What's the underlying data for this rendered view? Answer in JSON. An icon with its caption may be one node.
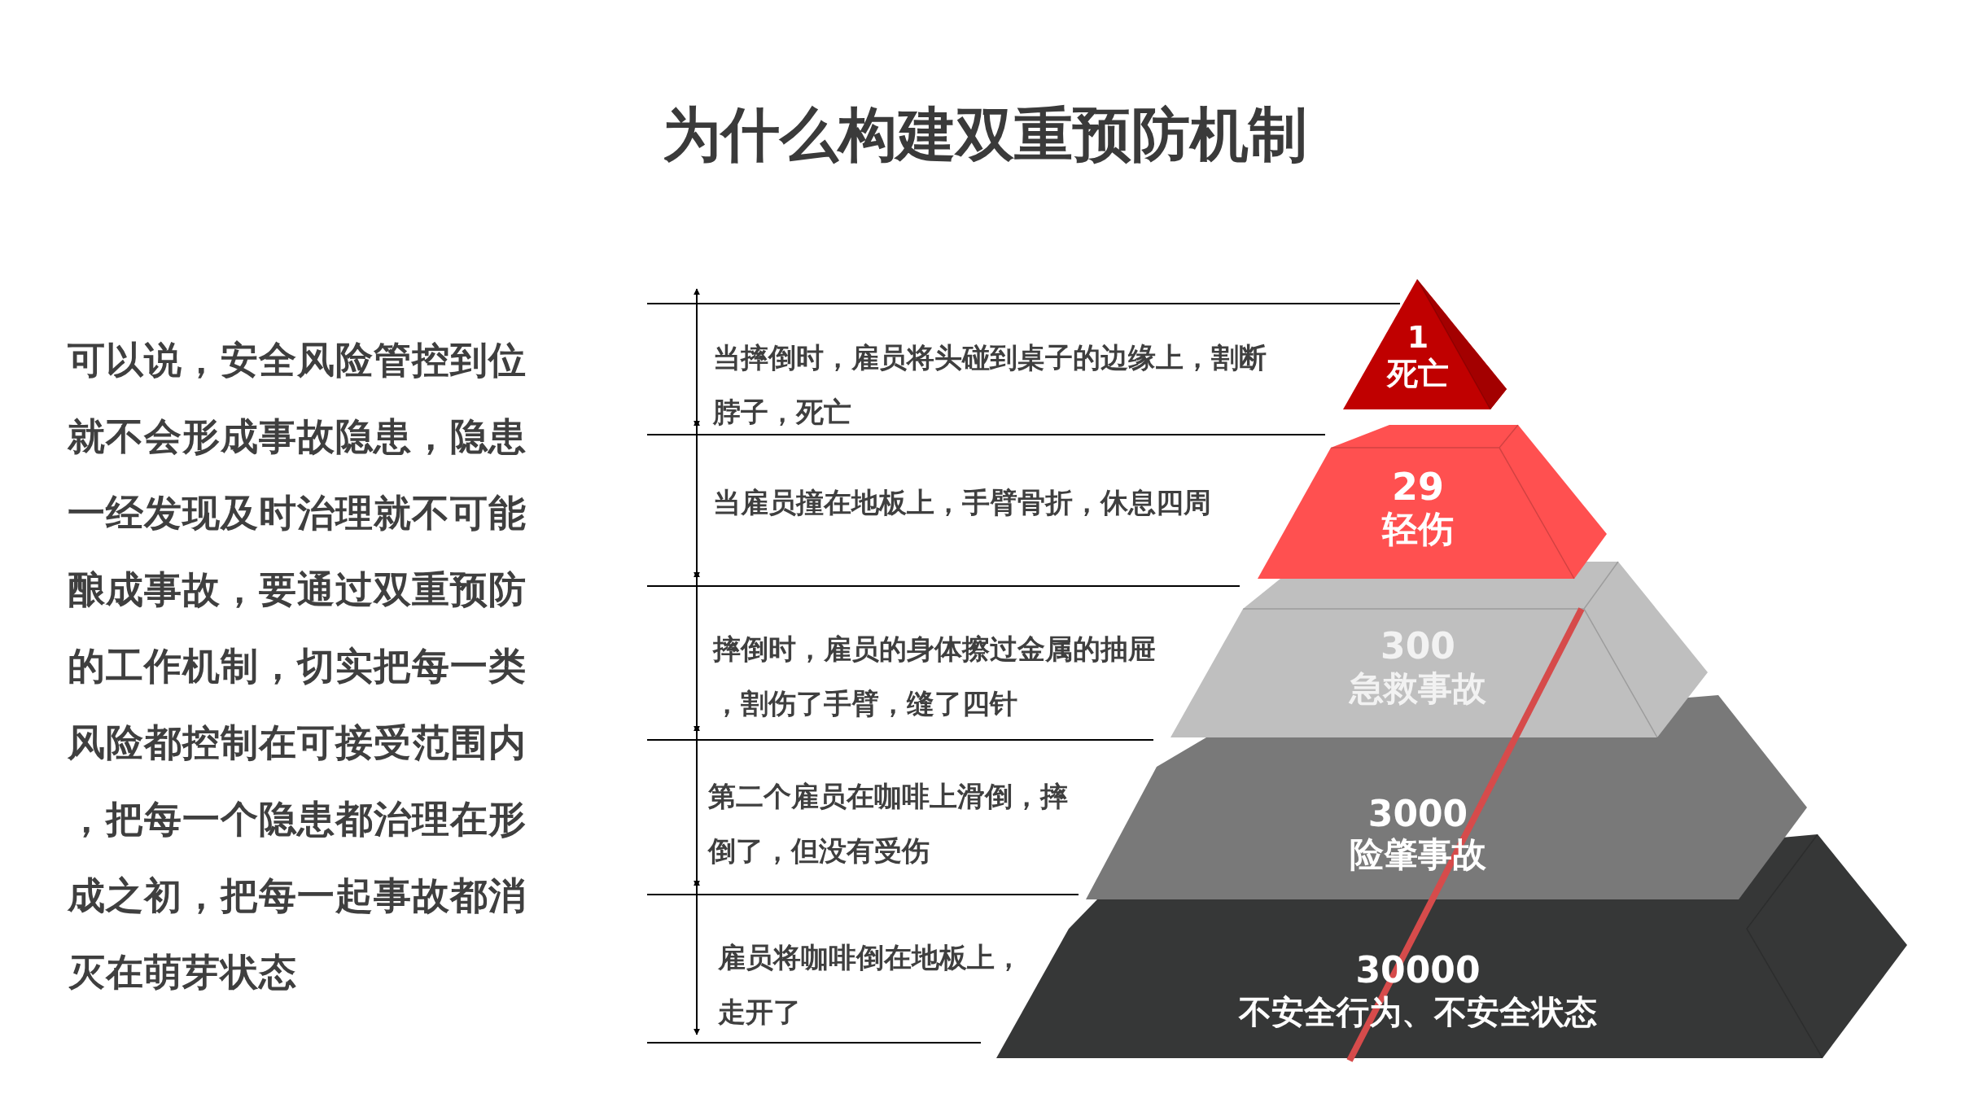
{
  "diagram": {
    "title": "为什么构建双重预防机制",
    "nodes": [
      {
        "text": [
          "1",
          "死亡"
        ]
      },
      {
        "text": [
          "29",
          "轻伤"
        ]
      },
      {
        "text": [
          "300",
          "急救事故"
        ]
      },
      {
        "text": [
          "3000",
          "险肇事故"
        ]
      },
      {
        "text": [
          "30000",
          "不安全行为、不安全状态"
        ]
      }
    ],
    "labels": [
      "可以说，安全风险管控到位就不会形成事故隐患，隐患一经发现及时治理就不可能酿成事故，要通过双重预防的工作机制，切实把每一类风险都控制在可接受范围内，把每一个隐患都治理在形成之初，把每一起事故都消灭在萌芽状态",
      "当摔倒时，雇员将头碰到桌子的边缘上，割断脖子，死亡",
      "当雇员撞在地板上，手臂骨折，休息四周",
      "摔倒时，雇员的身体擦过金属的抽屉，割伤了手臂，缝了四针",
      "第二个雇员在咖啡上滑倒，摔倒了，但没有受伤",
      "雇员将咖啡倒在地板上，走开了"
    ]
  }
}
